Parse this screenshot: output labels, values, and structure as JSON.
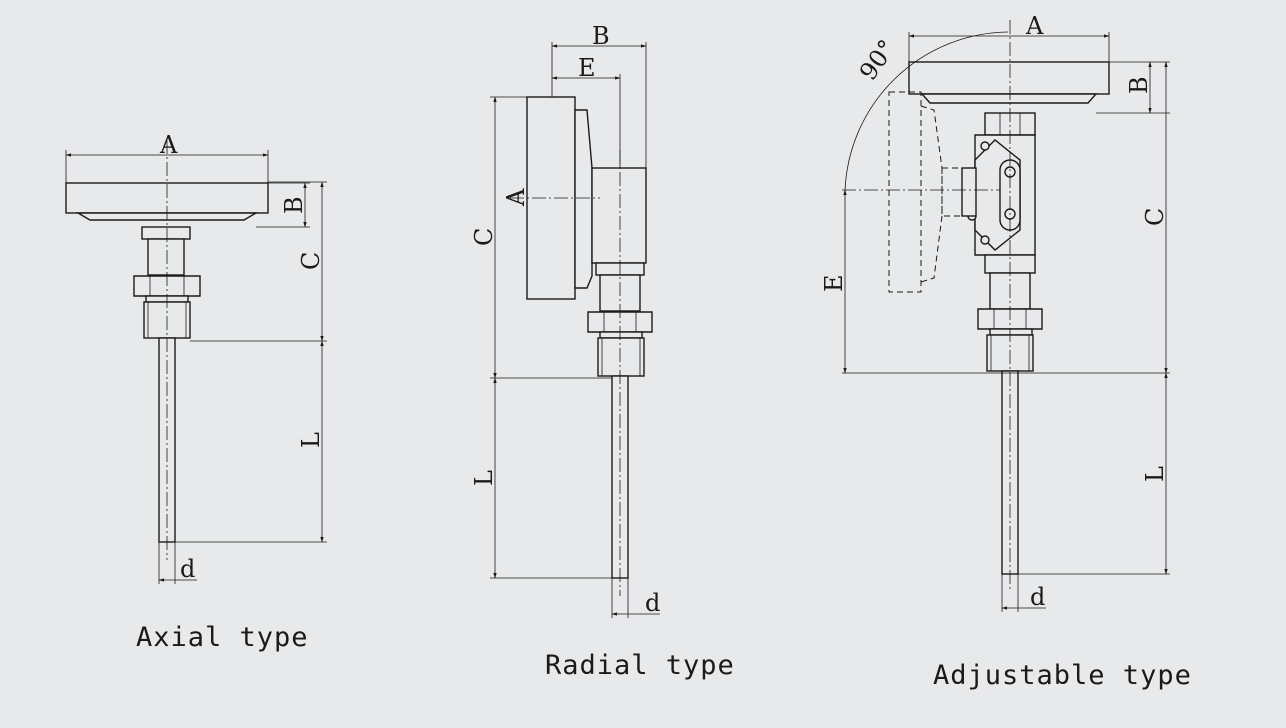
{
  "axial": {
    "caption": "Axial type",
    "labels": {
      "A": "A",
      "B": "B",
      "C": "C",
      "L": "L",
      "d": "d"
    }
  },
  "radial": {
    "caption": "Radial type",
    "labels": {
      "A": "A",
      "B": "B",
      "C": "C",
      "E": "E",
      "L": "L",
      "d": "d"
    }
  },
  "adjustable": {
    "caption": "Adjustable type",
    "labels": {
      "A": "A",
      "B": "B",
      "C": "C",
      "E": "E",
      "L": "L",
      "d": "d",
      "angle": "90°"
    }
  },
  "colors": {
    "background": "#e8e9eb",
    "line": "#1a1a1a"
  }
}
